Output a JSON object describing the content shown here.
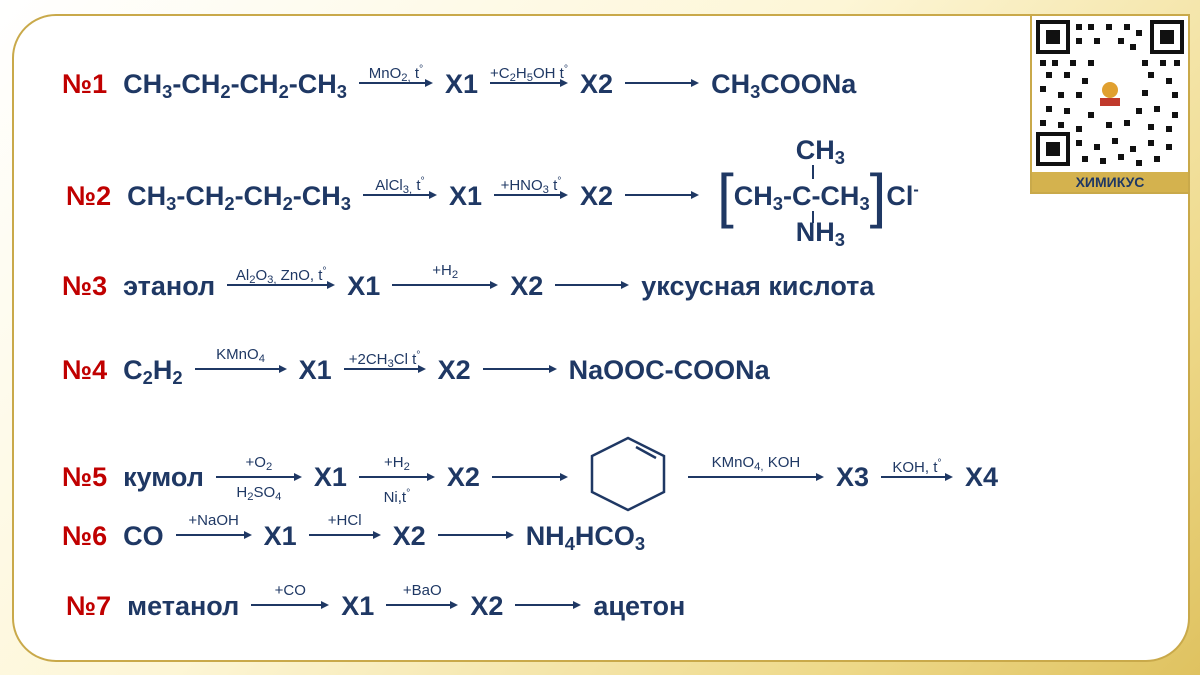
{
  "brand": "ХИМИКУС",
  "rows": [
    {
      "num": "№1"
    },
    {
      "num": "№2"
    },
    {
      "num": "№3",
      "start": "этанол",
      "final": "уксусная кислота"
    },
    {
      "num": "№4"
    },
    {
      "num": "№5",
      "start": "кумол"
    },
    {
      "num": "№6"
    },
    {
      "num": "№7",
      "start": "метанол",
      "final": "ацетон"
    }
  ],
  "x1": "X1",
  "x2": "X2",
  "x3": "X3",
  "x4": "X4",
  "colors": {
    "number": "#c00000",
    "text": "#1f3864",
    "accent": "#d4b24e"
  }
}
